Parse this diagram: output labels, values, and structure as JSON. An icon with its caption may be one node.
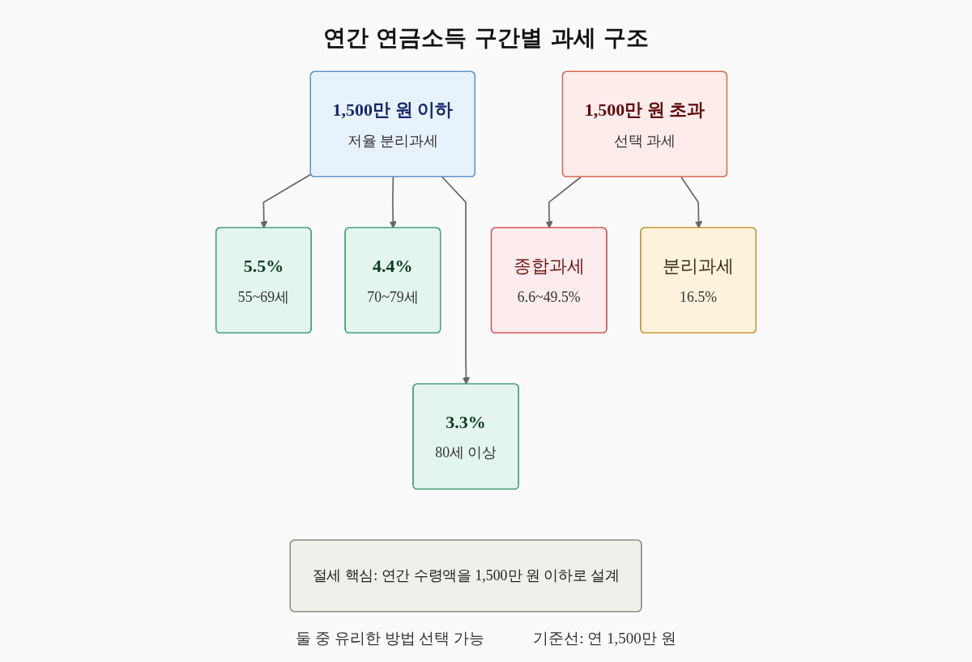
{
  "diagram": {
    "title": "연간 연금소득 구간별 과세 구조",
    "nodes": [
      {
        "text": [
          "1,500만 원 이하",
          "저율 분리과세"
        ]
      },
      {
        "text": [
          "5.5%",
          "55~69세"
        ]
      },
      {
        "text": [
          "4.4%",
          "70~79세"
        ]
      },
      {
        "text": [
          "3.3%",
          "80세 이상"
        ]
      },
      {
        "text": [
          "1,500만 원 초과",
          "선택 과세"
        ]
      },
      {
        "text": [
          "종합과세",
          "6.6~49.5%"
        ]
      },
      {
        "text": [
          "분리과세",
          "16.5%"
        ]
      },
      {
        "text": [
          "절세 핵심: 연간 수령액을 1,500만 원 이하로 설계"
        ]
      }
    ],
    "edges": [
      {
        "from": 0,
        "to": 1,
        "arrow": "to"
      },
      {
        "from": 0,
        "to": 2,
        "arrow": "to"
      },
      {
        "from": 0,
        "to": 3,
        "arrow": "to"
      },
      {
        "from": 4,
        "to": 5,
        "arrow": "to"
      },
      {
        "from": 4,
        "to": 6,
        "arrow": "to"
      }
    ],
    "labels": [
      "둘 중 유리한 방법 선택 가능",
      "기준선: 연 1,500만 원"
    ]
  }
}
